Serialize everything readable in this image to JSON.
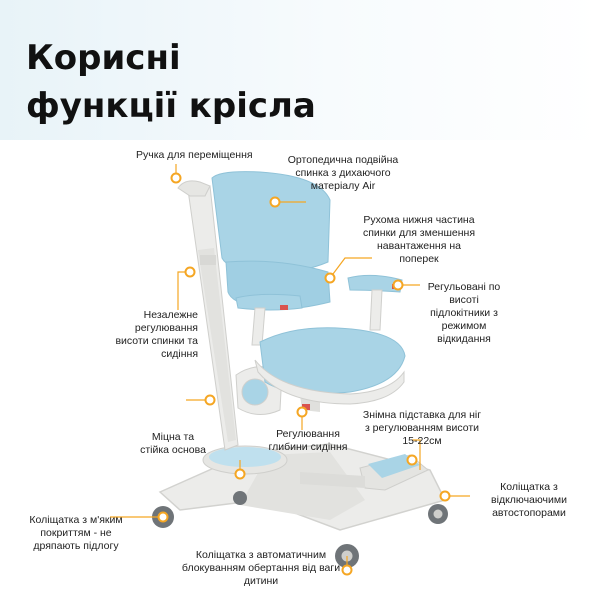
{
  "title": {
    "line1": "Корисні",
    "line2": "функції крісла"
  },
  "colors": {
    "accent": "#f5a623",
    "mesh": "#a9d4e6",
    "frame": "#e9e9e6",
    "wheel": "#6f7478",
    "accent_red": "#d9534f"
  },
  "labels": {
    "handle": "Ручка для переміщення",
    "backrest": "Ортопедична подвійна спинка з дихаючого матеріалу Air",
    "lower_back": "Рухома нижня частина спинки для зменшення навантаження на поперек",
    "armrests": "Регульовані по висоті підлокітники з режимом відкидання",
    "height": "Незалежне регулювання висоти спинки та сидіння",
    "seat_depth": "Регулювання глибини сидіння",
    "footrest": "Знімна підставка для ніг з регулюванням висоти 15-22см",
    "base": "Міцна та стійка основа",
    "brakes": "Коліщатка з відключаючими автостопорами",
    "soft_wheels": "Коліщатка з м'яким покриттям - не дряпають підлогу",
    "lock_wheels": "Коліщатка з автоматичним блокуванням обертання від ваги дитини"
  }
}
